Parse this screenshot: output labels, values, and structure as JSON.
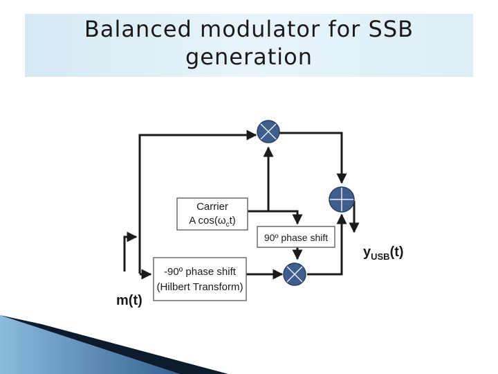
{
  "slide": {
    "title_line1": "Balanced modulator for SSB",
    "title_line2": "generation"
  },
  "diagram": {
    "carrier_block": {
      "line1": "Carrier",
      "line2_prefix": "A cos(",
      "line2_omega": "ω",
      "line2_sub": "c",
      "line2_suffix": "t)"
    },
    "phase_shift_block": {
      "label": "90º phase shift"
    },
    "hilbert_block": {
      "line1": "-90º phase shift",
      "line2": "(Hilbert Transform)"
    },
    "input_label": "m(t)",
    "output_label": {
      "main": "y",
      "sub": "USB",
      "suffix": "(t)"
    }
  },
  "colors": {
    "node_fill": "#3f5e8c",
    "block_border": "#6b6b6b",
    "line": "#1a1a1a",
    "banner": "#ddeef7"
  }
}
